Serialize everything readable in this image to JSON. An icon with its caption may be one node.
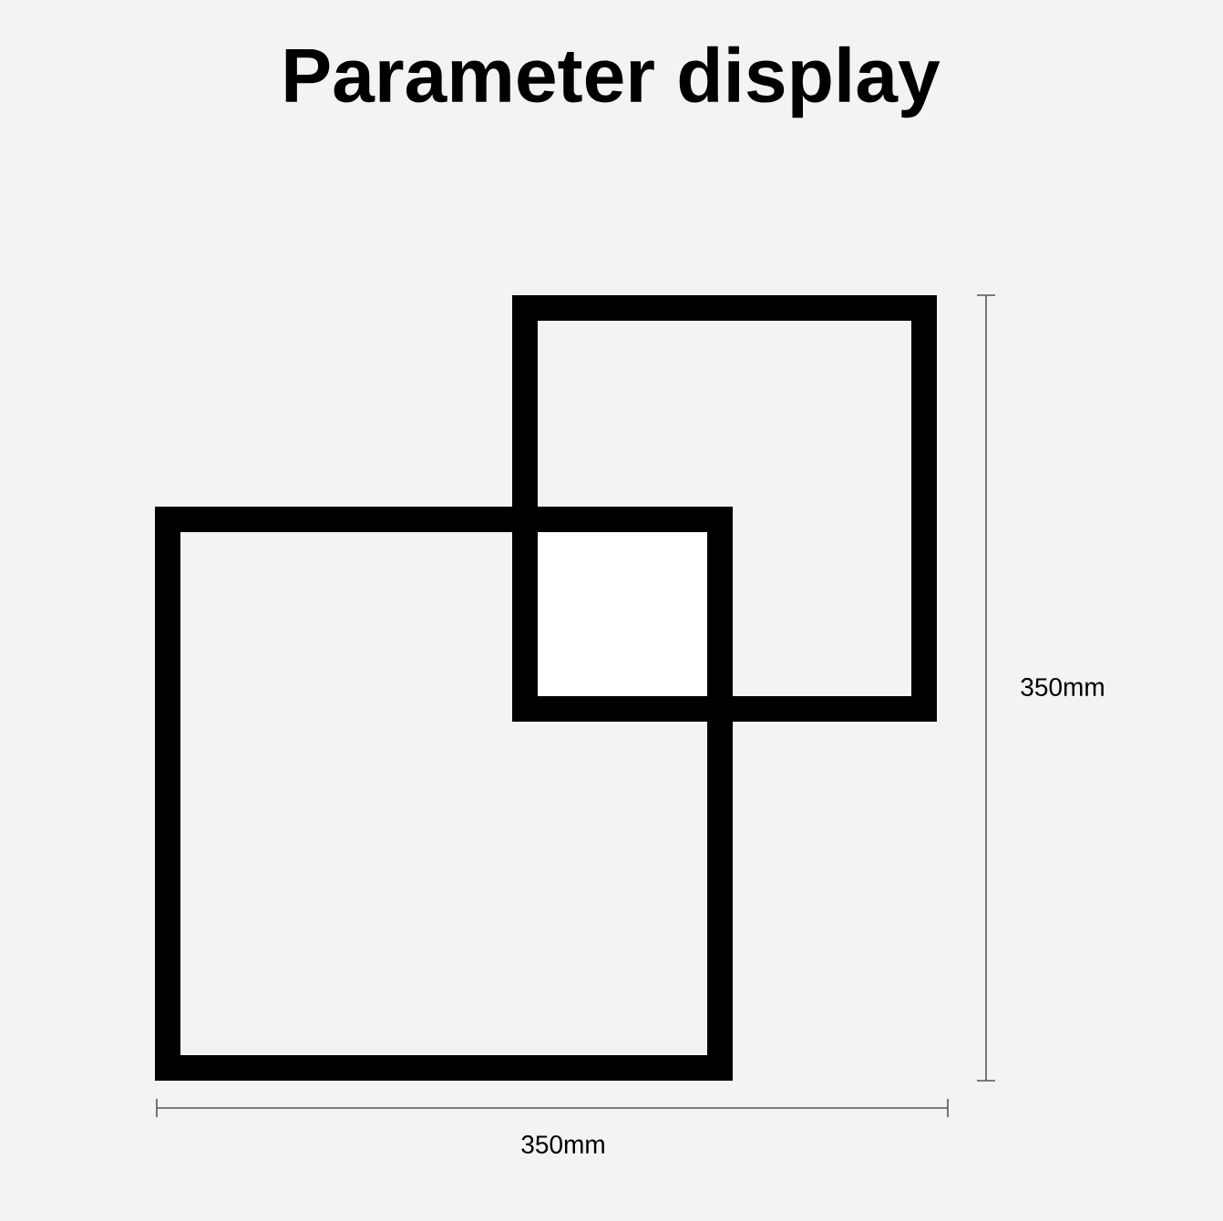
{
  "diagram": {
    "title": "Parameter display",
    "labels": [
      "350mm",
      "350mm"
    ]
  }
}
